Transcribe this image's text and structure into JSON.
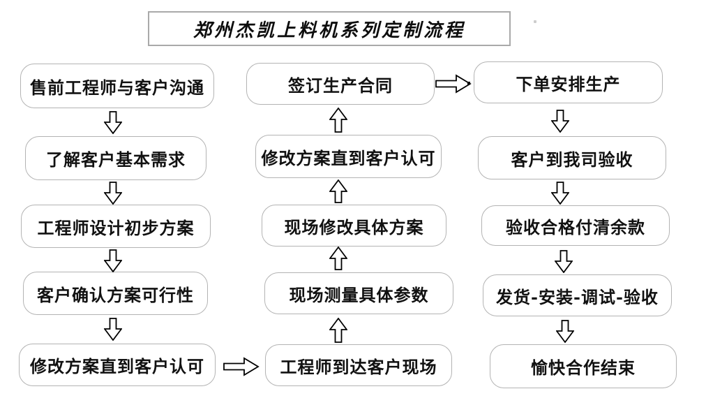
{
  "title": "郑州杰凯上料机系列定制流程",
  "columns": {
    "left": {
      "flow": "top-to-bottom",
      "nodes": [
        "售前工程师与客户沟通",
        "了解客户基本需求",
        "工程师设计初步方案",
        "客户确认方案可行性",
        "修改方案直到客户认可"
      ]
    },
    "middle": {
      "flow": "bottom-to-top",
      "nodes": [
        "签订生产合同",
        "修改方案直到客户认可",
        "现场修改具体方案",
        "现场测量具体参数",
        "工程师到达客户现场"
      ]
    },
    "right": {
      "flow": "top-to-bottom",
      "nodes": [
        "下单安排生产",
        "客户到我司验收",
        "验收合格付清余款",
        "发货-安装-调试-验收",
        "愉快合作结束"
      ]
    }
  },
  "connectors": {
    "left_to_middle": "bottom row, horizontal arrow pointing right",
    "middle_to_right": "top row, horizontal arrow pointing right"
  },
  "colors": {
    "background": "#ffffff",
    "box_border": "#b3b3b3",
    "title_border": "#a9a9a9",
    "arrow_stroke": "#000000",
    "text": "#111111"
  }
}
